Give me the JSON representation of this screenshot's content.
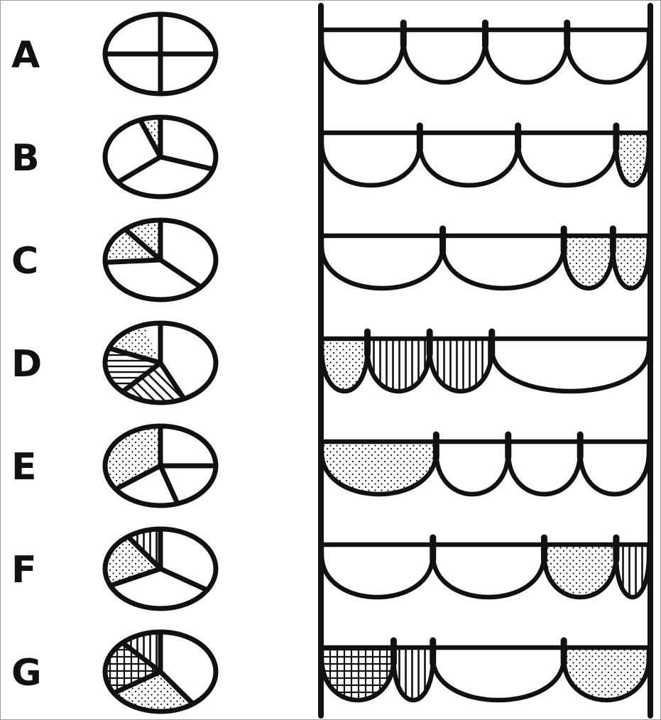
{
  "colors": {
    "ink": "#111111",
    "background": "#ffffff",
    "frame": "#9a9a9a"
  },
  "rows": [
    {
      "label": "A",
      "pie": [
        {
          "frac": 0.25,
          "fill": "plain"
        },
        {
          "frac": 0.25,
          "fill": "plain"
        },
        {
          "frac": 0.25,
          "fill": "plain"
        },
        {
          "frac": 0.25,
          "fill": "plain"
        }
      ],
      "bowls": [
        {
          "frac": 0.25,
          "fill": "plain"
        },
        {
          "frac": 0.25,
          "fill": "plain"
        },
        {
          "frac": 0.25,
          "fill": "plain"
        },
        {
          "frac": 0.25,
          "fill": "plain"
        }
      ]
    },
    {
      "label": "B",
      "pie": [
        {
          "frac": 0.3,
          "fill": "plain"
        },
        {
          "frac": 0.34,
          "fill": "plain"
        },
        {
          "frac": 0.3,
          "fill": "plain"
        },
        {
          "frac": 0.06,
          "fill": "dots"
        }
      ],
      "bowls": [
        {
          "frac": 0.3,
          "fill": "plain"
        },
        {
          "frac": 0.3,
          "fill": "plain"
        },
        {
          "frac": 0.3,
          "fill": "plain"
        },
        {
          "frac": 0.1,
          "fill": "dots"
        }
      ]
    },
    {
      "label": "C",
      "pie": [
        {
          "frac": 0.37,
          "fill": "plain"
        },
        {
          "frac": 0.37,
          "fill": "plain"
        },
        {
          "frac": 0.15,
          "fill": "dots"
        },
        {
          "frac": 0.11,
          "fill": "dots"
        }
      ],
      "bowls": [
        {
          "frac": 0.37,
          "fill": "plain"
        },
        {
          "frac": 0.37,
          "fill": "plain"
        },
        {
          "frac": 0.15,
          "fill": "dots"
        },
        {
          "frac": 0.11,
          "fill": "dots"
        }
      ]
    },
    {
      "label": "D",
      "pie": [
        {
          "frac": 0.43,
          "fill": "plain"
        },
        {
          "frac": 0.19,
          "fill": "diag"
        },
        {
          "frac": 0.19,
          "fill": "hlines"
        },
        {
          "frac": 0.14,
          "fill": "dots"
        }
      ],
      "bowls": [
        {
          "frac": 0.14,
          "fill": "dots"
        },
        {
          "frac": 0.19,
          "fill": "vlines"
        },
        {
          "frac": 0.19,
          "fill": "vlines"
        },
        {
          "frac": 0.48,
          "fill": "plain"
        }
      ]
    },
    {
      "label": "E",
      "pie": [
        {
          "frac": 0.25,
          "fill": "plain"
        },
        {
          "frac": 0.2,
          "fill": "plain"
        },
        {
          "frac": 0.2,
          "fill": "plain"
        },
        {
          "frac": 0.35,
          "fill": "dots"
        }
      ],
      "bowls": [
        {
          "frac": 0.35,
          "fill": "dots"
        },
        {
          "frac": 0.22,
          "fill": "plain"
        },
        {
          "frac": 0.22,
          "fill": "plain"
        },
        {
          "frac": 0.21,
          "fill": "plain"
        }
      ]
    },
    {
      "label": "F",
      "pie": [
        {
          "frac": 0.34,
          "fill": "plain"
        },
        {
          "frac": 0.34,
          "fill": "plain"
        },
        {
          "frac": 0.22,
          "fill": "dots"
        },
        {
          "frac": 0.1,
          "fill": "vlines"
        }
      ],
      "bowls": [
        {
          "frac": 0.34,
          "fill": "plain"
        },
        {
          "frac": 0.34,
          "fill": "plain"
        },
        {
          "frac": 0.22,
          "fill": "dots"
        },
        {
          "frac": 0.1,
          "fill": "vlines"
        }
      ]
    },
    {
      "label": "G",
      "pie": [
        {
          "frac": 0.4,
          "fill": "plain"
        },
        {
          "frac": 0.26,
          "fill": "dots"
        },
        {
          "frac": 0.22,
          "fill": "grid"
        },
        {
          "frac": 0.12,
          "fill": "vlines"
        }
      ],
      "bowls": [
        {
          "frac": 0.22,
          "fill": "grid"
        },
        {
          "frac": 0.12,
          "fill": "vlines"
        },
        {
          "frac": 0.4,
          "fill": "plain"
        },
        {
          "frac": 0.26,
          "fill": "dots"
        }
      ]
    }
  ]
}
